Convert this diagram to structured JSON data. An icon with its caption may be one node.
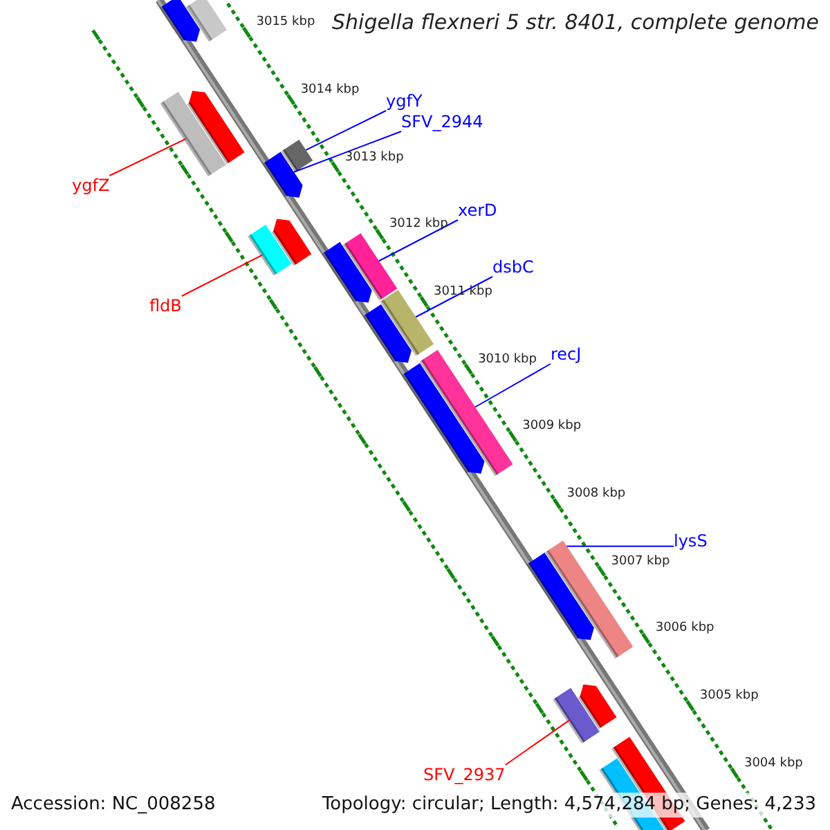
{
  "diagram": {
    "title": "Shigella flexneri 5 str. 8401, complete genome",
    "nodes": [
      {
        "text": [
          "ygfY"
        ]
      },
      {
        "text": [
          "SFV_2944"
        ]
      },
      {
        "text": [
          "ygfZ"
        ]
      },
      {
        "text": [
          "xerD"
        ]
      },
      {
        "text": [
          "fldB"
        ]
      },
      {
        "text": [
          "dsbC"
        ]
      },
      {
        "text": [
          "recJ"
        ]
      },
      {
        "text": [
          "lysS"
        ]
      },
      {
        "text": [
          "SFV_2937"
        ]
      },
      {
        "text": [],
        "shape": "bar"
      },
      {
        "text": [],
        "shape": "arrow"
      },
      {
        "text": [],
        "shape": "bar"
      },
      {
        "text": [],
        "shape": "arrow"
      },
      {
        "text": [],
        "shape": "bar"
      },
      {
        "text": [],
        "shape": "arrow"
      },
      {
        "text": [],
        "shape": "bar"
      },
      {
        "text": [],
        "shape": "arrow"
      },
      {
        "text": [],
        "shape": "arrow"
      },
      {
        "text": [],
        "shape": "bar"
      },
      {
        "text": [],
        "shape": "bar"
      },
      {
        "text": [],
        "shape": "arrow"
      },
      {
        "text": [],
        "shape": "bar"
      },
      {
        "text": [],
        "shape": "arrow"
      },
      {
        "text": [],
        "shape": "bar"
      },
      {
        "text": [],
        "shape": "arrow"
      },
      {
        "text": [],
        "shape": "bar"
      },
      {
        "text": [],
        "shape": "arrow"
      },
      {
        "text": [],
        "shape": "bar"
      },
      {
        "text": [],
        "shape": "bar"
      }
    ],
    "edges": [
      {
        "from": 0,
        "to": 13,
        "arrow": "none"
      },
      {
        "from": 1,
        "to": 14,
        "arrow": "none"
      },
      {
        "from": 2,
        "to": 11,
        "arrow": "none",
        "color": "#ff0000"
      },
      {
        "from": 3,
        "to": 18,
        "arrow": "none"
      },
      {
        "from": 4,
        "to": 15,
        "arrow": "none",
        "color": "#ff0000"
      },
      {
        "from": 5,
        "to": 19,
        "arrow": "none"
      },
      {
        "from": 6,
        "to": 21,
        "arrow": "none"
      },
      {
        "from": 7,
        "to": 23,
        "arrow": "none"
      },
      {
        "from": 8,
        "to": 25,
        "arrow": "none",
        "color": "#ff0000"
      }
    ],
    "labels": [
      "3015 kbp",
      "3014 kbp",
      "3013 kbp",
      "3012 kbp",
      "3011 kbp",
      "3010 kbp",
      "3009 kbp",
      "3008 kbp",
      "3007 kbp",
      "3006 kbp",
      "3005 kbp",
      "3004 kbp",
      "Accession: NC_008258",
      "Topology: circular; Length: 4,574,284 bp; Genes: 4,233"
    ]
  }
}
